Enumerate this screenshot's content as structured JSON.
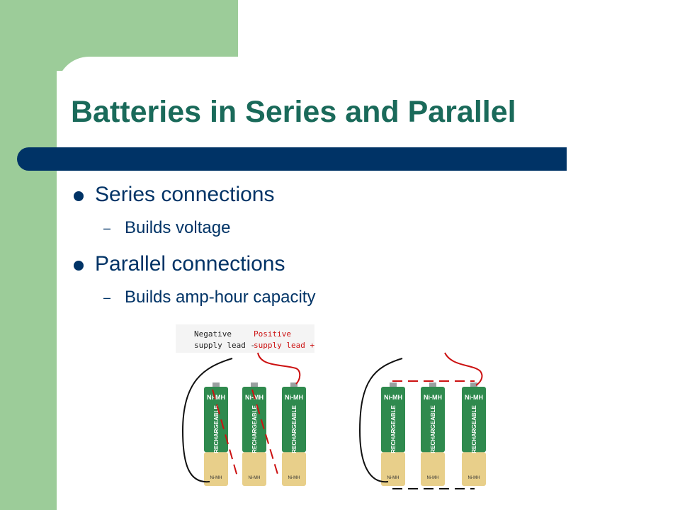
{
  "slide": {
    "title": "Batteries in Series and Parallel",
    "bullets": [
      {
        "text": "Series connections",
        "sub": "Builds voltage"
      },
      {
        "text": "Parallel connections",
        "sub": "Builds amp-hour capacity"
      }
    ]
  },
  "figure": {
    "negative_label": "Negative\nsupply lead -",
    "positive_label": "Positive\nsupply lead +",
    "battery_brand": "Ni-MH",
    "battery_label": "RECHARGEABLE",
    "colors": {
      "green": "#2f8a4e",
      "tan": "#e8cf8a",
      "positive": "#cc1111",
      "negative": "#111111"
    }
  }
}
